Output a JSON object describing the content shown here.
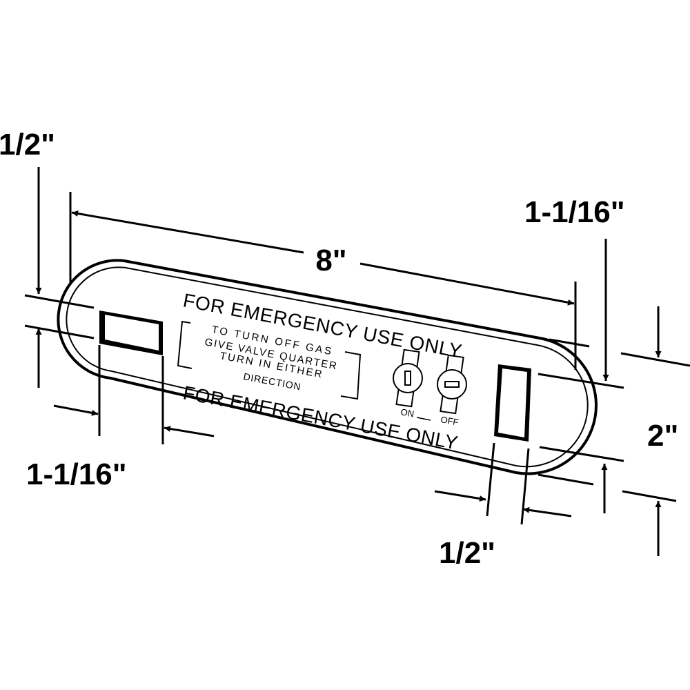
{
  "dimensions": {
    "top_left_slot_offset": "1/2\"",
    "overall_length": "8\"",
    "top_right_slot_offset": "1-1/16\"",
    "overall_height": "2\"",
    "left_slot_width": "1-1/16\"",
    "right_slot_width": "1/2\""
  },
  "plate": {
    "heading_top": "FOR EMERGENCY USE ONLY",
    "heading_bottom": "FOR EMERGENCY USE ONLY",
    "instructions": [
      "TO TURN OFF GAS",
      "GIVE VALVE QUARTER",
      "TURN IN EITHER",
      "DIRECTION"
    ],
    "on_label": "ON",
    "off_label": "OFF"
  },
  "colors": {
    "ink": "#000000",
    "background": "#ffffff"
  }
}
